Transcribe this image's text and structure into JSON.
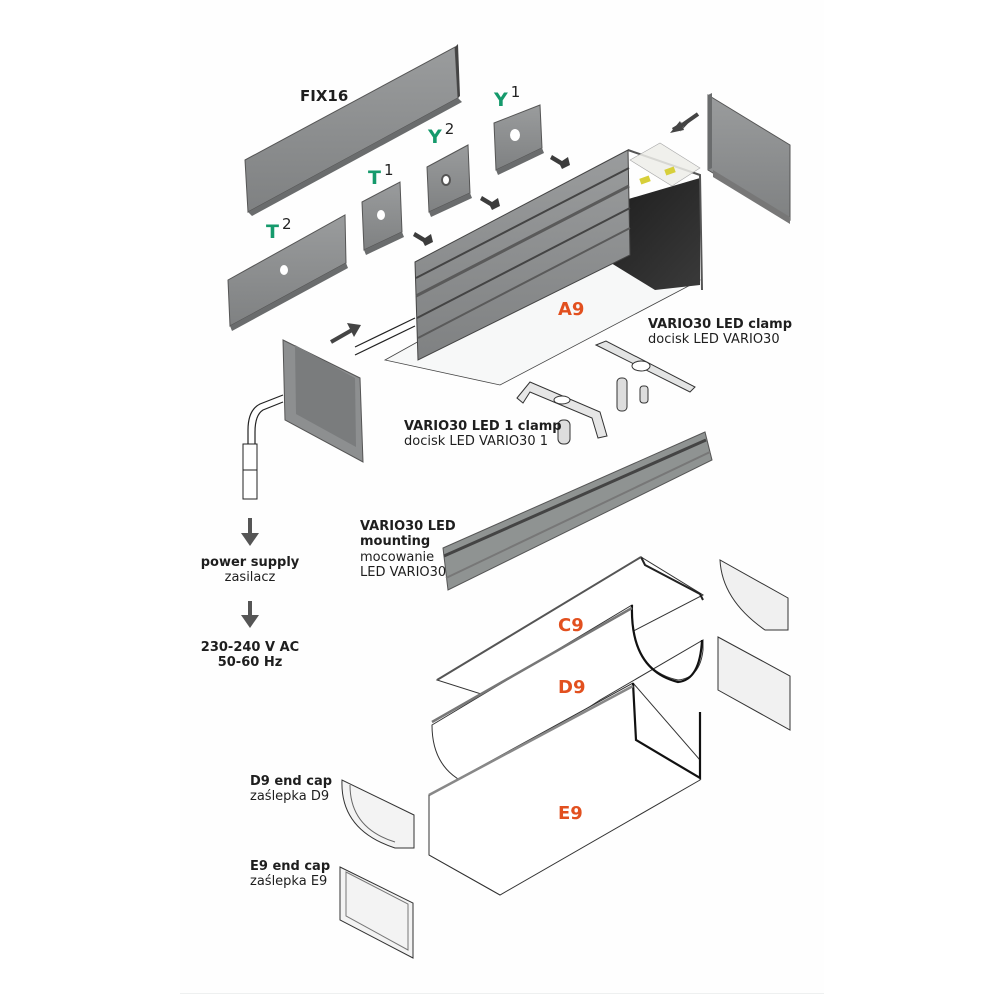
{
  "diagram": {
    "type": "exploded-assembly",
    "parts": {
      "fix16": "FIX16",
      "t1": {
        "letter": "T",
        "index": "1"
      },
      "t2": {
        "letter": "T",
        "index": "2"
      },
      "y1": {
        "letter": "Y",
        "index": "1"
      },
      "y2": {
        "letter": "Y",
        "index": "2"
      },
      "a9": "A9",
      "c9": "C9",
      "d9": "D9",
      "e9": "E9"
    },
    "callouts": {
      "vario_clamp": {
        "line1": "VARIO30 LED clamp",
        "line2": "docisk LED VARIO30"
      },
      "vario1_clamp": {
        "line1": "VARIO30 LED 1 clamp",
        "line2": "docisk LED VARIO30 1"
      },
      "vario_mounting": {
        "line1": "VARIO30 LED",
        "line2": "mounting",
        "line3": "mocowanie",
        "line4": "LED VARIO30"
      },
      "power_supply": {
        "line1": "power supply",
        "line2": "zasilacz"
      },
      "mains": {
        "line1": "230-240 V AC",
        "line2": "50-60 Hz"
      },
      "d9_end_cap": {
        "line1": "D9 end cap",
        "line2": "zaślepka D9"
      },
      "e9_end_cap": {
        "line1": "E9 end cap",
        "line2": "zaślepka E9"
      }
    },
    "colors": {
      "profile_label": "#e2501f",
      "mount_label": "#159a6c",
      "metal": "#8c8e8f",
      "metal_dark": "#5f6162",
      "outline": "#2a2a2a",
      "diffuser": "#f6f7f7"
    }
  }
}
